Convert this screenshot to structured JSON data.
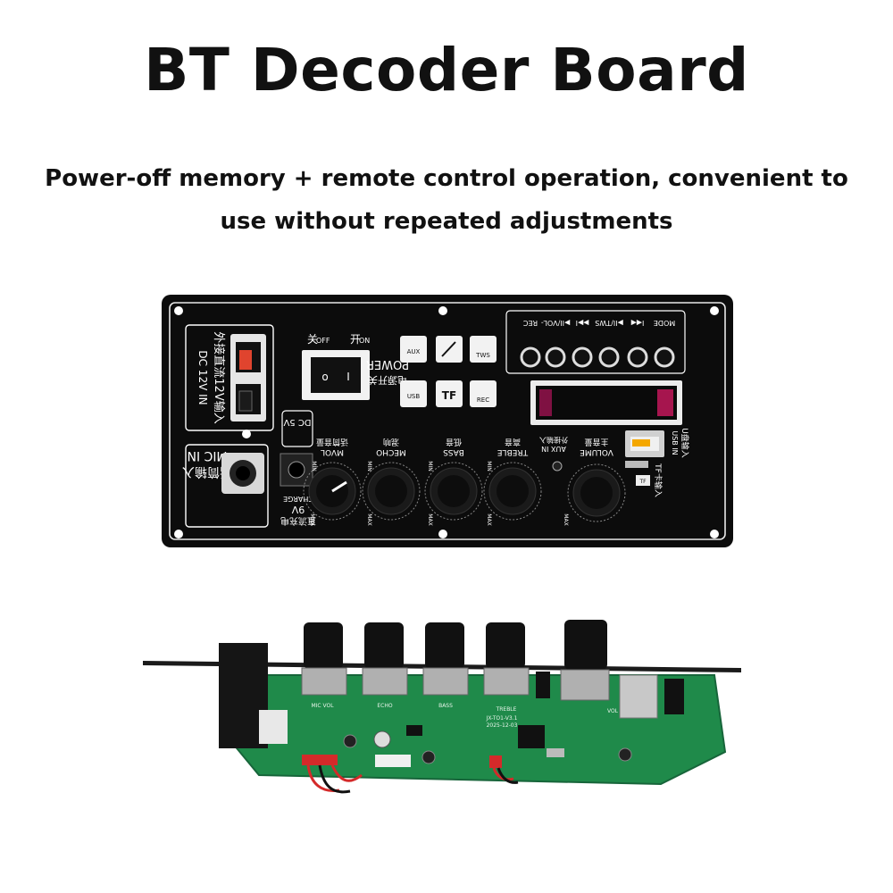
{
  "title": "BT Decoder Board",
  "subtitle": "Power-off memory + remote control operation, convenient to use without repeated adjustments",
  "panel": {
    "power_label_cn": "电源开关",
    "power_label": "POWER",
    "on_cn": "开",
    "on": "ON",
    "off_cn": "关",
    "off": "OFF",
    "dc_in_cn": "外接直流12V输入",
    "dc_in": "DC 12V IN",
    "mic_in_cn": "话筒输入",
    "mic_in": "MIC IN",
    "dc5v": "DC 5V",
    "charge_cn": "直流充电",
    "charge_voltage": "9V",
    "charge": "CHARGE",
    "mode_buttons": [
      "REC",
      "▶II/VOL-",
      "▶▶I",
      "▶II/TWS",
      "I◀◀",
      "MODE"
    ],
    "mode_icons": [
      "aux-icon",
      "mic-icon",
      "tws-icon",
      "usb-icon",
      "tf-icon",
      "rec-icon"
    ],
    "mode_icon_labels": [
      "AUX",
      "",
      "TWS",
      "USB",
      "TF",
      "REC"
    ],
    "knobs": [
      {
        "label_cn": "话筒音量",
        "label": "MVOL"
      },
      {
        "label_cn": "混响",
        "label": "MECHO"
      },
      {
        "label_cn": "低音",
        "label": "BASS"
      },
      {
        "label_cn": "高音",
        "label": "TREBLE"
      },
      {
        "label_cn": "主音量",
        "label": "VOLUME"
      }
    ],
    "min": "MIN",
    "max": "MAX",
    "aux_in_cn": "外接输入",
    "aux_in": "AUX IN",
    "usb_in_cn": "U盘输入",
    "usb_in": "USB IN",
    "tf_in_cn": "TF卡输入",
    "tf": "TF"
  },
  "pcb": {
    "silk_labels": [
      "MIC VOL",
      "ECHO",
      "BASS",
      "TREBLE",
      "VOL"
    ],
    "model": "JX-TO1-V3.1",
    "date": "2025-12-03"
  }
}
